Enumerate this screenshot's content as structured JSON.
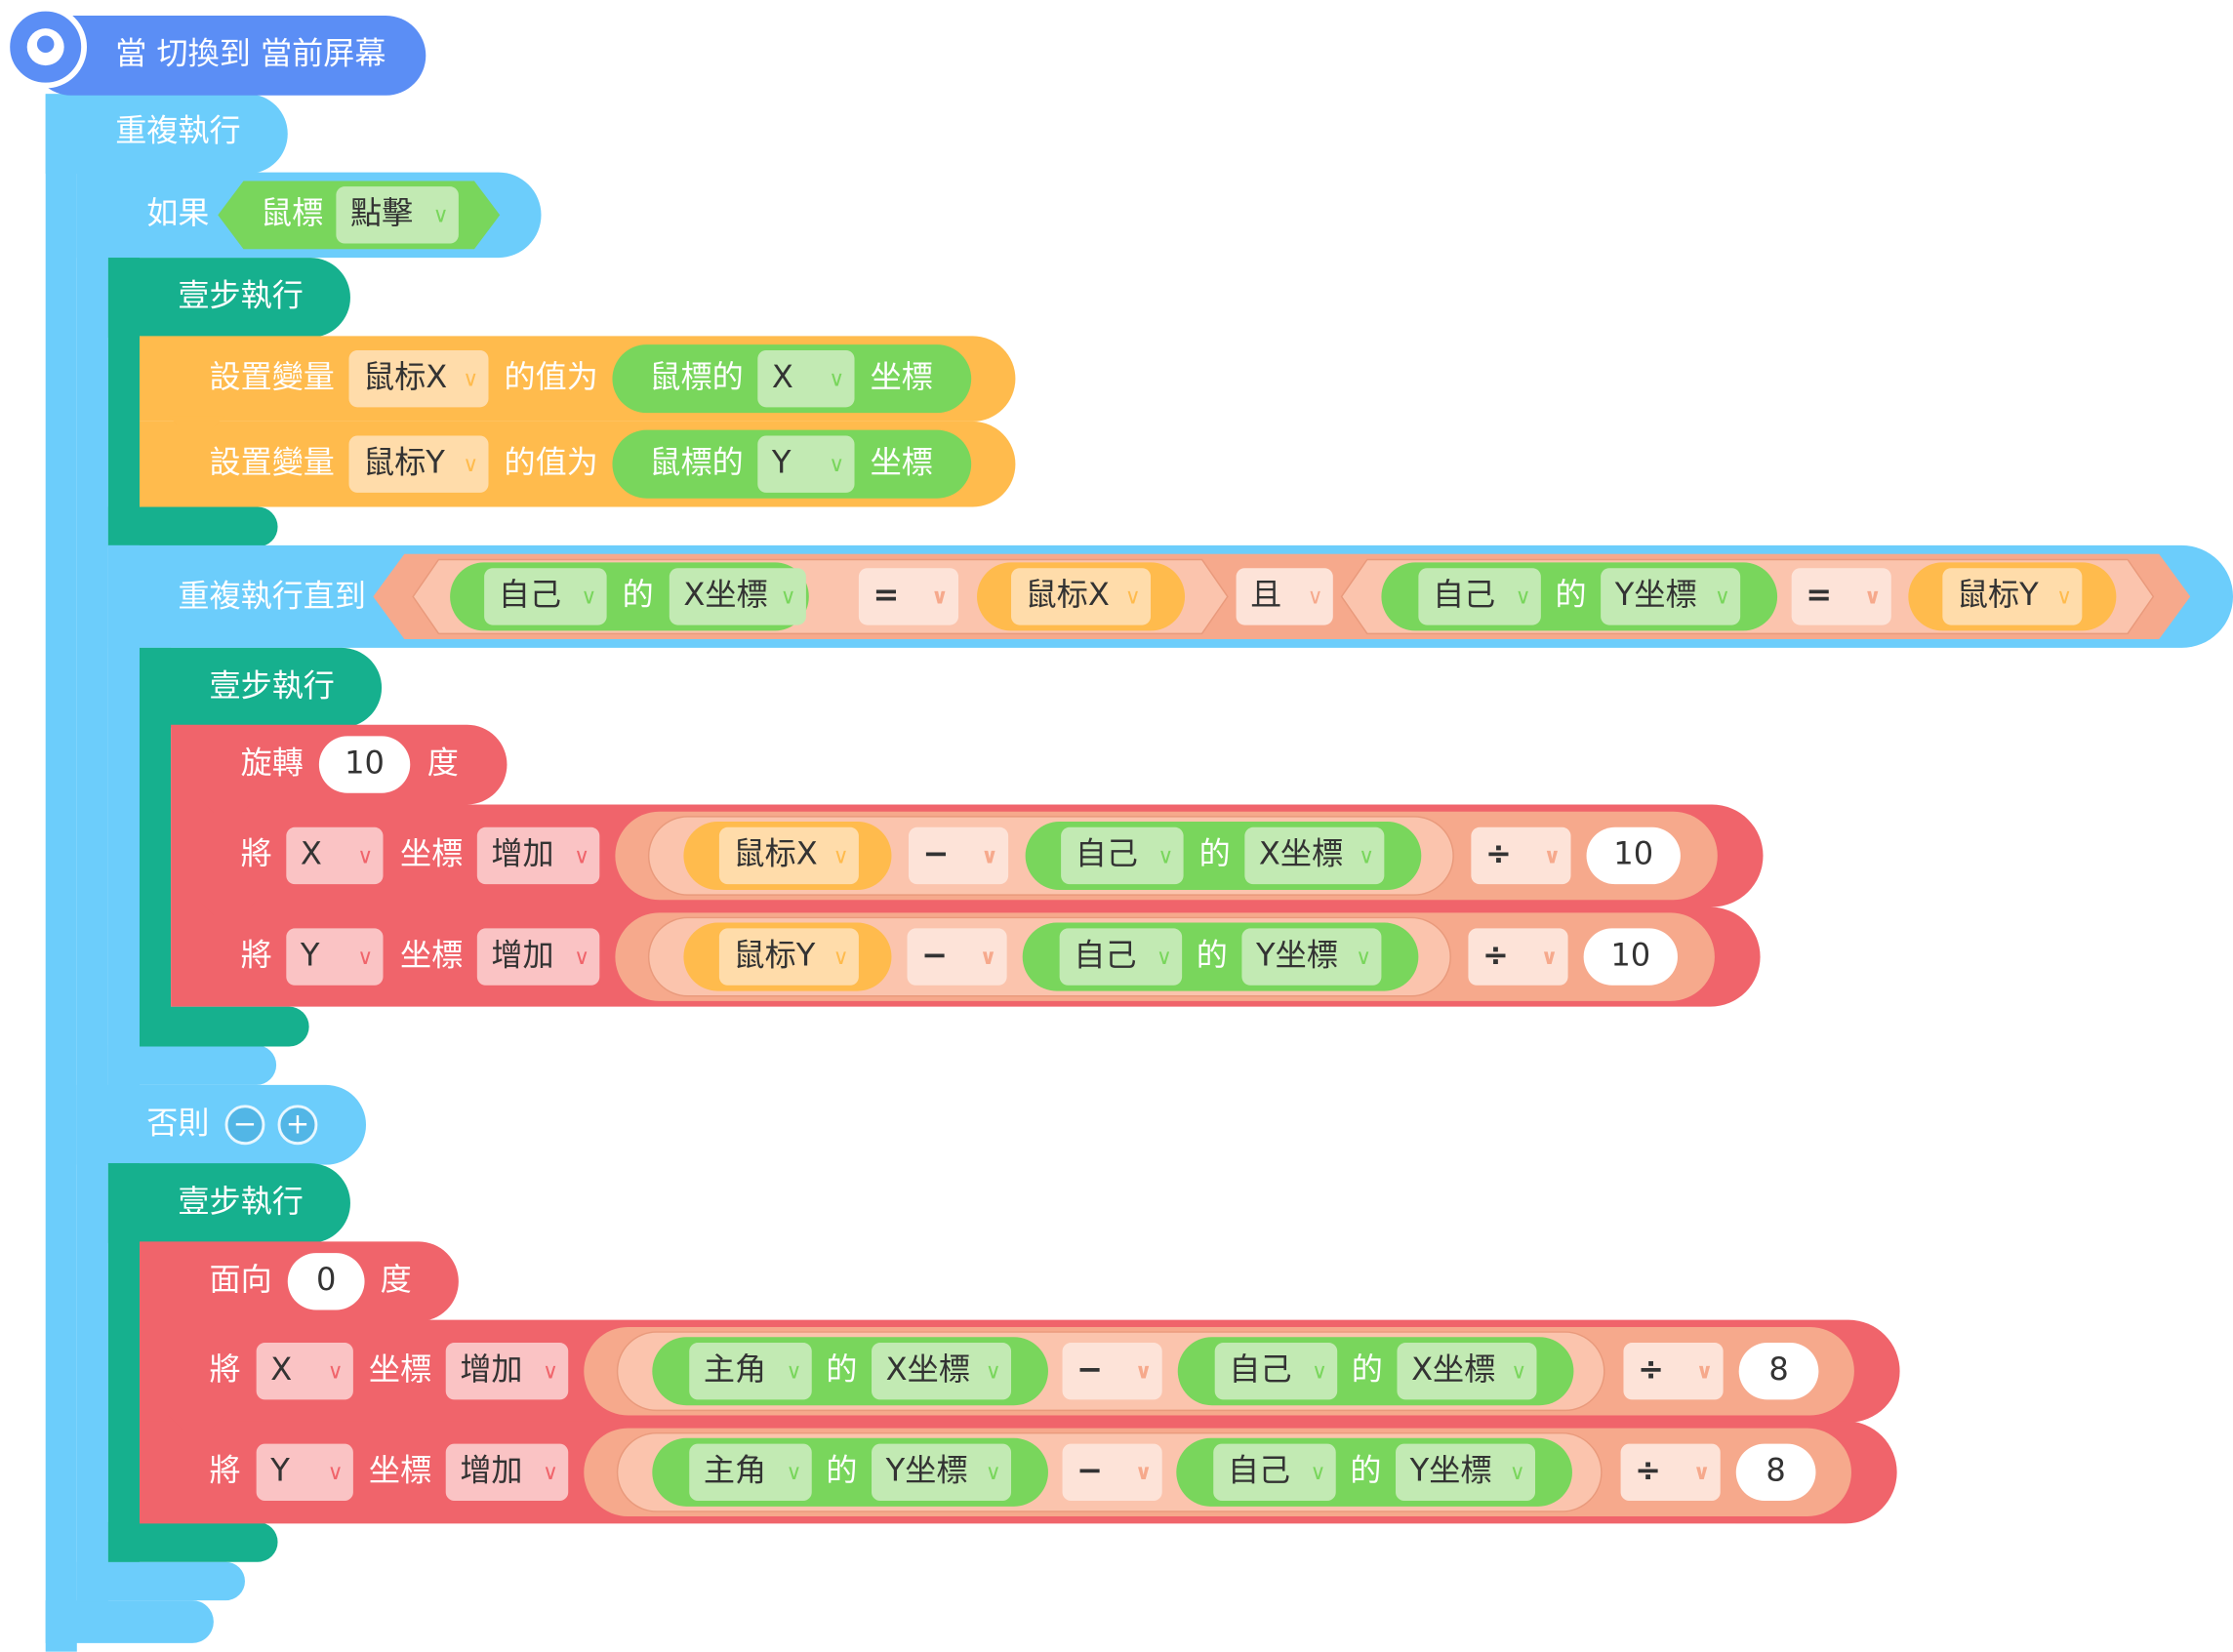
{
  "colors": {
    "control": "#6ccdfb",
    "control_dark": "#52b6e6",
    "event": "#5b8ef5",
    "atomic": "#16b08e",
    "variable": "#ffbb4d",
    "variable_field": "#ffdcaa",
    "sensing": "#79d65c",
    "sensing_field": "#c2eab3",
    "operator_outer": "#f6a98c",
    "operator_inner": "#fbc4ad",
    "operator_field": "#fde3d8",
    "motion": "#f0646b",
    "motion_field": "#fac3c4",
    "number_oval": "#ffffff"
  },
  "event": {
    "icon": "hat-icon",
    "label": "當 切換到 當前屏幕"
  },
  "forever": {
    "label": "重複執行"
  },
  "if_block": {
    "label": "如果",
    "condition": {
      "label": "鼠標",
      "option": "點擊"
    }
  },
  "atomic1": {
    "label": "壹步執行"
  },
  "setvar1": {
    "label": "設置變量",
    "variable": "鼠标X",
    "mid": "的值为",
    "reporter": {
      "prefix": "鼠標的",
      "option": "X",
      "suffix": "坐標"
    }
  },
  "setvar2": {
    "label": "設置變量",
    "variable": "鼠标Y",
    "mid": "的值为",
    "reporter": {
      "prefix": "鼠標的",
      "option": "Y",
      "suffix": "坐標"
    }
  },
  "repeat_until": {
    "label": "重複執行直到",
    "left": {
      "target": "自己",
      "of": "的",
      "attr": "X坐標",
      "op": "=",
      "value": "鼠标X"
    },
    "and": "且",
    "right": {
      "target": "自己",
      "of": "的",
      "attr": "Y坐標",
      "op": "=",
      "value": "鼠标Y"
    }
  },
  "atomic2": {
    "label": "壹步執行"
  },
  "turn": {
    "label": "旋轉",
    "value": "10",
    "unit": "度"
  },
  "changeX1": {
    "label": "將",
    "axis": "X",
    "coord": "坐標",
    "mode": "增加",
    "var": "鼠标X",
    "minus": "−",
    "target": "自己",
    "of": "的",
    "attr": "X坐標",
    "div": "÷",
    "num": "10"
  },
  "changeY1": {
    "label": "將",
    "axis": "Y",
    "coord": "坐標",
    "mode": "增加",
    "var": "鼠标Y",
    "minus": "−",
    "target": "自己",
    "of": "的",
    "attr": "Y坐標",
    "div": "÷",
    "num": "10"
  },
  "else_block": {
    "label": "否則",
    "minus_btn": "−",
    "plus_btn": "+"
  },
  "atomic3": {
    "label": "壹步執行"
  },
  "face": {
    "label": "面向",
    "value": "0",
    "unit": "度"
  },
  "changeX2": {
    "label": "將",
    "axis": "X",
    "coord": "坐標",
    "mode": "增加",
    "target1": "主角",
    "of1": "的",
    "attr1": "X坐標",
    "minus": "−",
    "target2": "自己",
    "of2": "的",
    "attr2": "X坐標",
    "div": "÷",
    "num": "8"
  },
  "changeY2": {
    "label": "將",
    "axis": "Y",
    "coord": "坐標",
    "mode": "增加",
    "target1": "主角",
    "of1": "的",
    "attr1": "Y坐標",
    "minus": "−",
    "target2": "自己",
    "of2": "的",
    "attr2": "Y坐標",
    "div": "÷",
    "num": "8"
  }
}
